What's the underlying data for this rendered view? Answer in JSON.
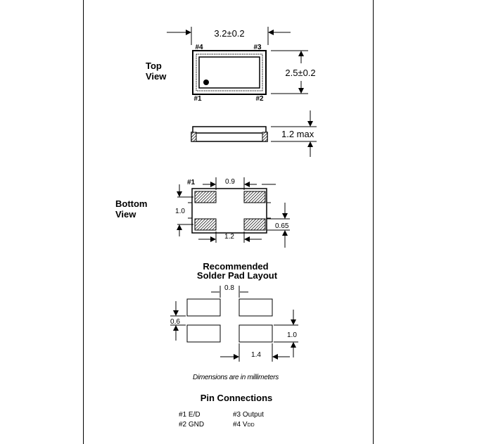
{
  "dimensions": {
    "width": "3.2±0.2",
    "height": "2.5±0.2",
    "thickness": "1.2 max"
  },
  "top_view": {
    "label_line1": "Top",
    "label_line2": "View",
    "pin4": "#4",
    "pin3": "#3",
    "pin1": "#1",
    "pin2": "#2"
  },
  "bottom_view": {
    "label_line1": "Bottom",
    "label_line2": "View",
    "pin1": "#1",
    "dim_pad_gap": "0.9",
    "dim_pad_pitch_v": "1.0",
    "dim_pad_height": "0.65",
    "dim_pad_pitch_h": "1.2"
  },
  "solder_pad": {
    "title_line1": "Recommended",
    "title_line2": "Solder Pad Layout",
    "dim_gap_h": "0.8",
    "dim_gap_v": "0.6",
    "dim_pad_height": "1.0",
    "dim_pad_width": "1.4"
  },
  "note": "Dimensions are in millimeters",
  "pins": {
    "title": "Pin Connections",
    "p1": "#1 E/D",
    "p3": "#3 Output",
    "p2": "#2 GND",
    "p4_prefix": "#4 V",
    "p4_sub": "DD"
  }
}
